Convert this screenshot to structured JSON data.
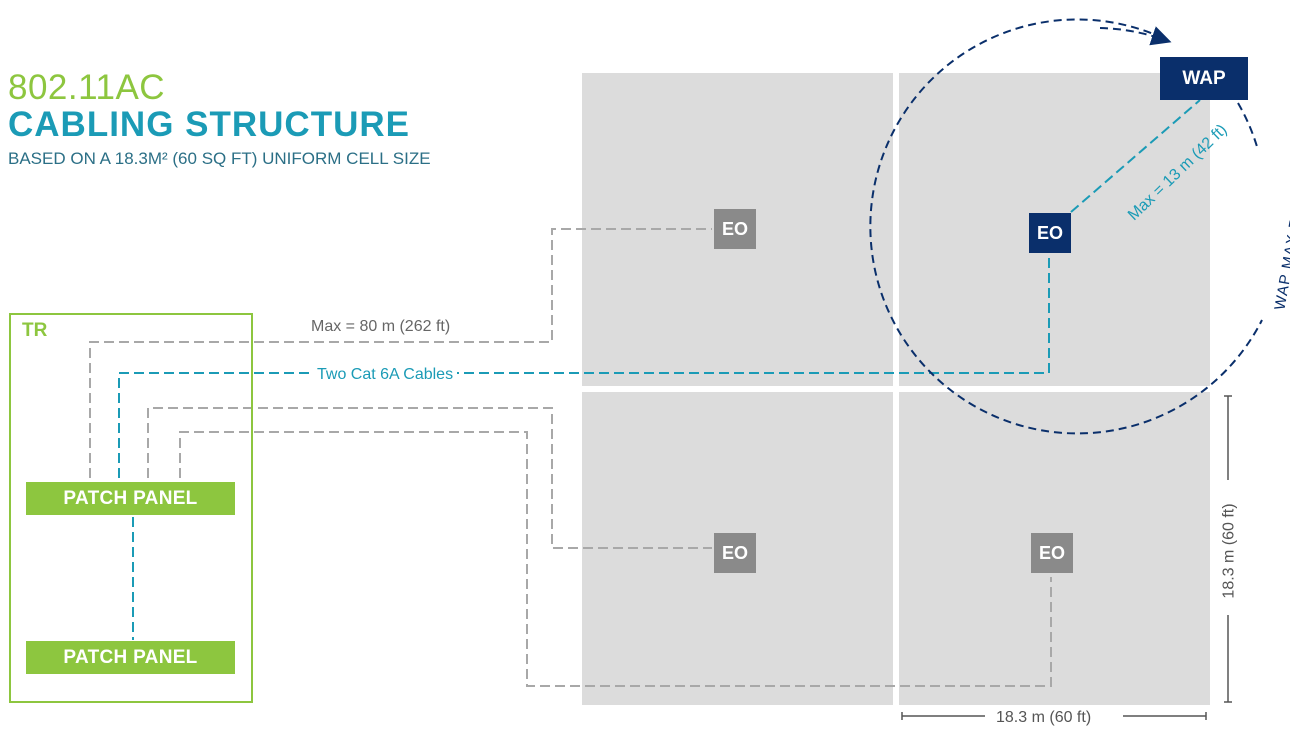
{
  "header": {
    "title_line1": "802.11AC",
    "title_line2": "CABLING STRUCTURE",
    "subtitle": "BASED ON A 18.3M² (60 SQ FT) UNIFORM CELL SIZE"
  },
  "outlets": {
    "eo_label": "EO",
    "wap_label": "WAP"
  },
  "telecom_room": {
    "label": "TR",
    "patch_panel_top": "PATCH PANEL",
    "patch_panel_bottom": "PATCH PANEL"
  },
  "annotations": {
    "max_horizontal": "Max = 80 m (262 ft)",
    "cables": "Two Cat 6A Cables",
    "max_wap": "Max = 13 m (42 ft)",
    "wap_radius": "WAP MAX RADIUS",
    "dim_width": "18.3 m (60 ft)",
    "dim_height": "18.3 m (60 ft)"
  },
  "colors": {
    "green": "#8dc63f",
    "teal": "#1b9bb6",
    "navy": "#0a2f6b",
    "grey_cable": "#a8a8a8",
    "cell": "#dcdcdc"
  }
}
